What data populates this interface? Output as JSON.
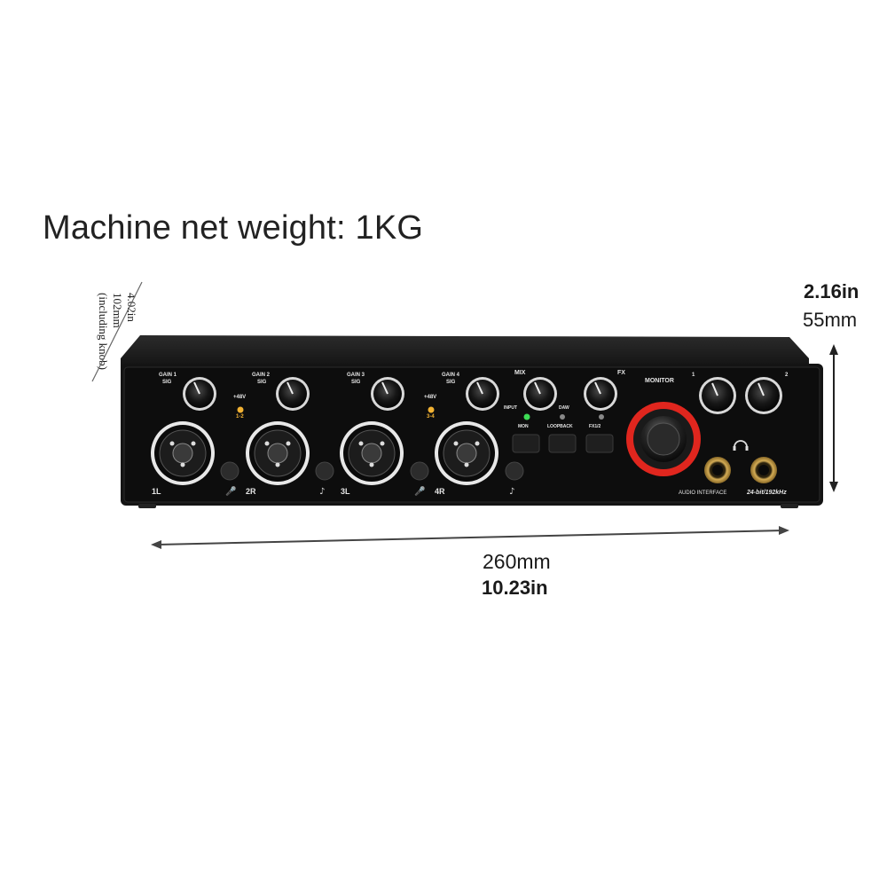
{
  "title": "Machine net weight: 1KG",
  "dimensions": {
    "height_in": "2.16in",
    "height_mm": "55mm",
    "width_mm": "260mm",
    "width_in": "10.23in",
    "depth_in": "4.02in",
    "depth_mm": "102mm",
    "depth_note": "(including knob)"
  },
  "device": {
    "gain_labels": [
      "GAIN 1",
      "GAIN 2",
      "GAIN 3",
      "GAIN 4"
    ],
    "sig_label": "SIG",
    "phantom_labels": [
      {
        "power": "+48V",
        "channels": "1-2"
      },
      {
        "power": "+48V",
        "channels": "3-4"
      }
    ],
    "input_labels": [
      "1L",
      "2R",
      "3L",
      "4R"
    ],
    "mix_label": "MIX",
    "fx_label": "FX",
    "input_knob_label": "INPUT",
    "daw_knob_label": "DAW",
    "monitor_label": "MONITOR",
    "headphone_labels": [
      "1",
      "2"
    ],
    "buttons": [
      "MON",
      "LOOPBACK",
      "FX1/2"
    ],
    "model_text": "AUDIO INTERFACE",
    "spec_text": "24-bit/192kHz",
    "colors": {
      "body": "#111111",
      "monitor_ring": "#e0261e",
      "led_amber": "#f2b233",
      "led_green": "#3ddc55",
      "jack_gold": "#c9a04a"
    }
  }
}
